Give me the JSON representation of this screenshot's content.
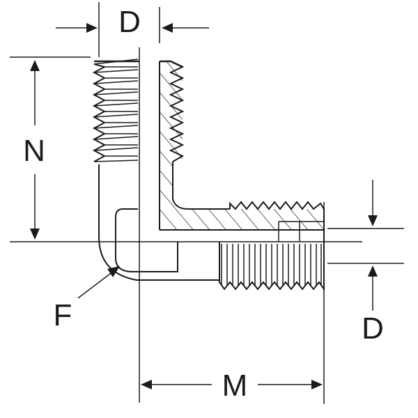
{
  "diagram": {
    "labels": {
      "top_d": "D",
      "right_d": "D",
      "n": "N",
      "m": "M",
      "f": "F"
    },
    "colors": {
      "ink": "#1a1a1a",
      "background": "#ffffff"
    }
  }
}
